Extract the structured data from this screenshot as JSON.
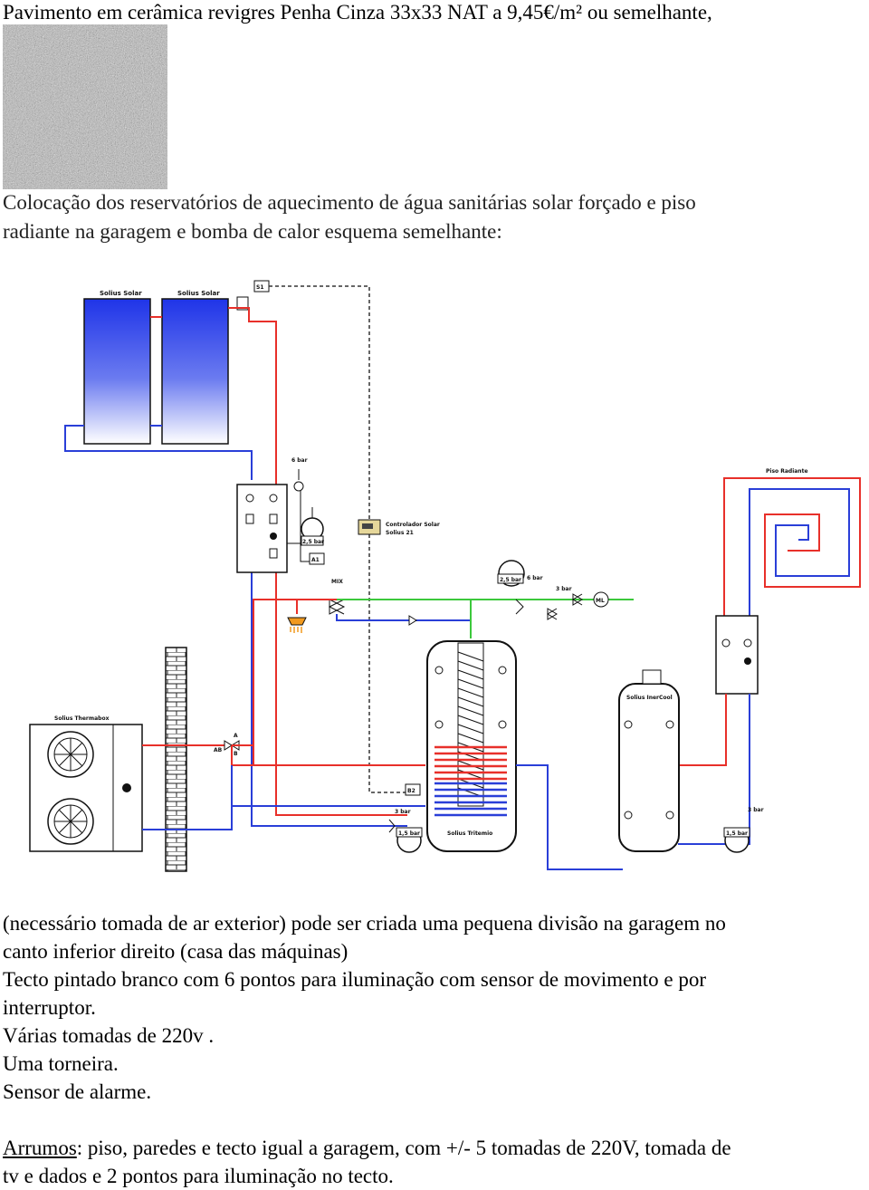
{
  "intro": {
    "title": "Pavimento em cerâmica revigres Penha Cinza 33x33 NAT a 9,45€/m² ou semelhante,"
  },
  "heating_section": {
    "line1": "Colocação dos reservatórios de aquecimento de água sanitárias solar forçado e piso",
    "line2": "radiante na garagem e bomba de calor esquema semelhante:"
  },
  "diagram_labels": {
    "panel_1": "Solius Solar",
    "panel_2": "Solius Solar",
    "sensor_s1": "S1",
    "sensor_a1": "A1",
    "sensor_b2": "B2",
    "bar_6_top": "6 bar",
    "bar_25_left": "2,5 bar",
    "controller_line1": "Controlador Solar",
    "controller_line2": "Solius 21",
    "mix_valve": "MIX",
    "bar_25_right": "2,5 bar",
    "bar_6_right": "6 bar",
    "bar_3_right": "3 bar",
    "meter": "ML",
    "floor_heating": "Piso Radiante",
    "heat_pump": "Solius Thermabox",
    "tank_main": "Solius Tritemio",
    "tank_inercool": "Solius InerCool",
    "valve_a": "A",
    "valve_ab": "AB",
    "valve_b": "B",
    "bar_3_bl": "3 bar",
    "bar_15_bl": "1,5 bar",
    "bar_3_br": "3 bar",
    "bar_15_br": "1,5 bar"
  },
  "machine_room": {
    "line1": "(necessário tomada de ar exterior) pode ser criada uma pequena divisão na garagem no",
    "line2": "canto inferior direito (casa das máquinas)",
    "line3": "Tecto pintado branco com 6 pontos para iluminação com sensor de movimento e por",
    "line4": "interruptor.",
    "line5": "Várias tomadas de 220v .",
    "line6": "Uma torneira.",
    "line7": "Sensor de alarme."
  },
  "storage": {
    "label": "Arrumos",
    "line1_rest": ": piso, paredes e tecto igual a garagem, com +/- 5 tomadas de 220V, tomada de",
    "line2": "tv e dados e 2 pontos para iluminação no tecto."
  },
  "colors": {
    "hot_pipe": "#e8302a",
    "cold_pipe": "#2a3fd8",
    "green_pipe": "#3cc83c",
    "signal_line": "#333333",
    "solar_panel": "#1f34e8"
  }
}
